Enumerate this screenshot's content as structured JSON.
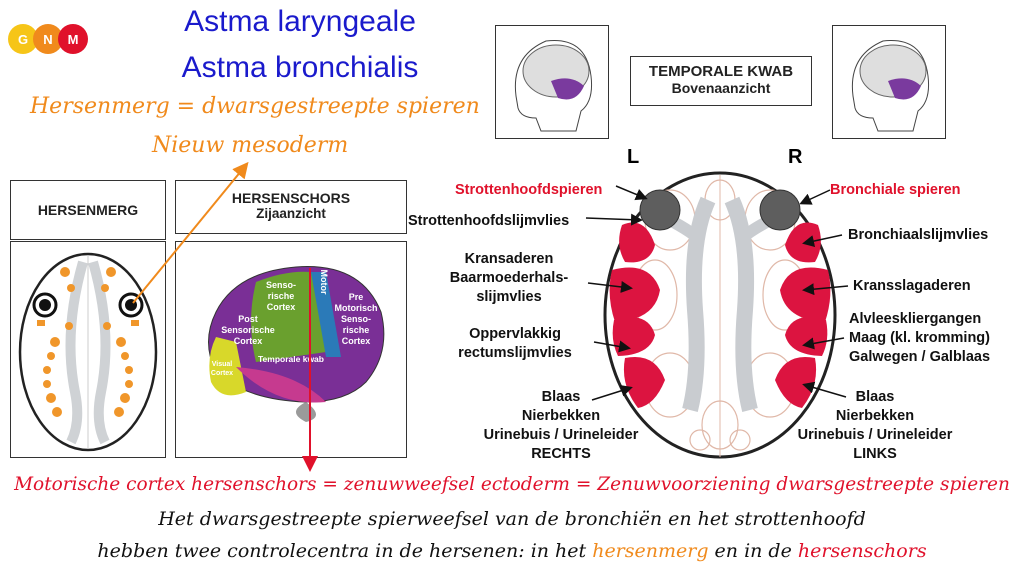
{
  "logo": {
    "letters": [
      "G",
      "N",
      "M"
    ],
    "colors": [
      "#f6c518",
      "#f08a1c",
      "#e0112b"
    ]
  },
  "title": {
    "line1": "Astma laryngeale",
    "line2": "Astma bronchialis"
  },
  "orange_notes": {
    "line1": "Hersenmerg = dwarsgestreepte spieren",
    "line2": "Nieuw mesoderm"
  },
  "boxes": {
    "hersenmerg": "HERSENMERG",
    "hersenschors_title": "HERSENSCHORS",
    "hersenschors_sub": "Zijaanzicht",
    "temporale_title": "TEMPORALE KWAB",
    "temporale_sub": "Bovenaanzicht"
  },
  "cortex_labels": {
    "sensorische": [
      "Senso-",
      "rische",
      "Cortex"
    ],
    "motor": "Motor",
    "pre": [
      "Pre",
      "Motorisch",
      "Senso-",
      "rische",
      "Cortex"
    ],
    "post": [
      "Post",
      "Sensorische",
      "Cortex"
    ],
    "visual": [
      "Visual",
      "Cortex"
    ],
    "temporale": "Temporale kwab"
  },
  "sides": {
    "left": "L",
    "right": "R"
  },
  "left_labels": {
    "strottenhoofdspieren": "Strottenhoofdspieren",
    "slijmvlies": "Strottenhoofdslijmvlies",
    "kransaderen": [
      "Kransaderen",
      "Baarmoederhals-",
      "slijmvlies"
    ],
    "oppervlakkig": [
      "Oppervlakkig",
      "rectumslijmvlies"
    ],
    "blaas": [
      "Blaas",
      "Nierbekken",
      "Urinebuis / Urineleider",
      "RECHTS"
    ]
  },
  "right_labels": {
    "bronchiale_spieren": "Bronchiale spieren",
    "bronchiaal": "Bronchiaalslijmvlies",
    "kransslag": "Kransslagaderen",
    "alvlees": [
      "Alvleeskliergangen",
      "Maag (kl. kromming)",
      "Galwegen / Galblaas"
    ],
    "blaas": [
      "Blaas",
      "Nierbekken",
      "Urinebuis / Urineleider",
      "LINKS"
    ]
  },
  "bottom": {
    "red_line": "Motorische cortex hersenschors = zenuwweefsel  ectoderm = Zenuwvoorziening dwarsgestreepte spieren",
    "line2": "Het dwarsgestreepte spierweefsel van de bronchiën en het strottenhoofd",
    "line3_a": "hebben twee controlecentra in de hersenen: in het ",
    "line3_orange": "hersenmerg",
    "line3_b": " en in de ",
    "line3_red": "hersenschors"
  },
  "colors": {
    "title_blue": "#1a1acc",
    "orange": "#f08a1c",
    "red": "#e0112b",
    "crimson": "#dc1440"
  }
}
